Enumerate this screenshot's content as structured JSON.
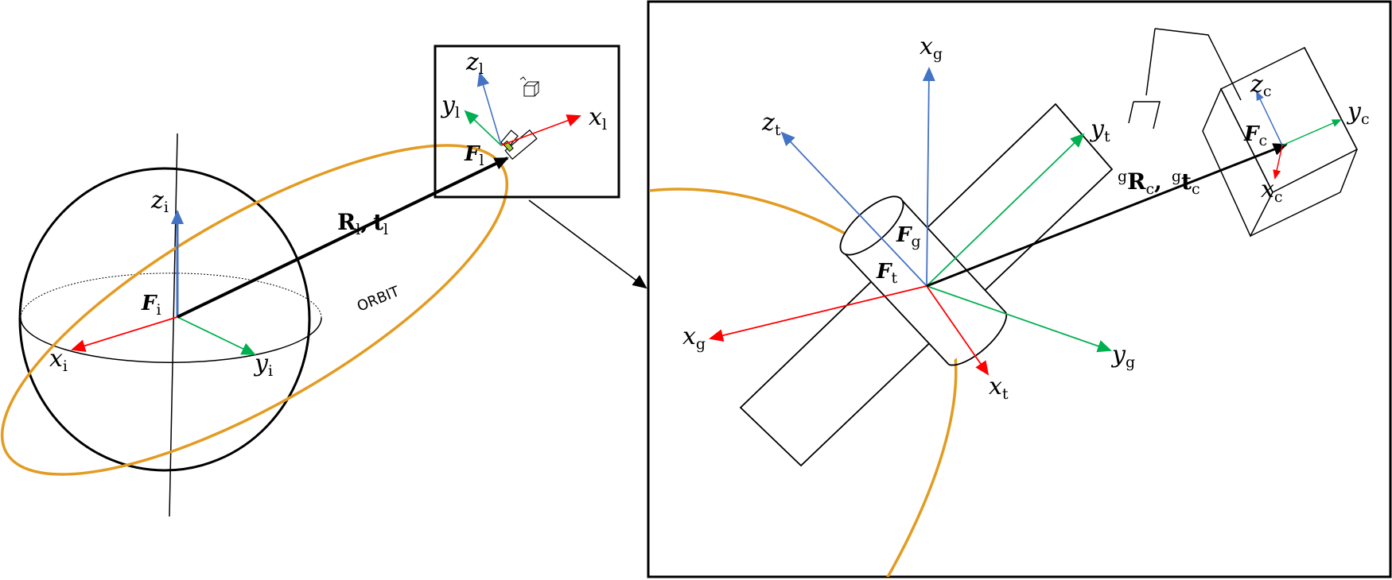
{
  "colors": {
    "orbit": "#E39B21",
    "axis_x": "#FF0000",
    "axis_y": "#00B050",
    "axis_z": "#4472C4",
    "line": "#000000"
  },
  "left": {
    "inertial": {
      "frame": {
        "main": "F",
        "sub": "i"
      },
      "x": {
        "main": "x",
        "sub": "i"
      },
      "y": {
        "main": "y",
        "sub": "i"
      },
      "z": {
        "main": "z",
        "sub": "i"
      }
    },
    "transform": {
      "R": "R",
      "R_sub": "l",
      "sep": ",",
      "t": "t",
      "t_sub": "l"
    },
    "orbit_label": "ORBIT",
    "lvlh": {
      "frame": {
        "main": "F",
        "sub": "l"
      },
      "x": {
        "main": "x",
        "sub": "l"
      },
      "y": {
        "main": "y",
        "sub": "l"
      },
      "z": {
        "main": "z",
        "sub": "l"
      }
    }
  },
  "right": {
    "grapple": {
      "frame": {
        "main": "F",
        "sub": "g"
      },
      "x_up": {
        "main": "x",
        "sub": "g"
      },
      "x_left": {
        "main": "x",
        "sub": "g"
      },
      "y": {
        "main": "y",
        "sub": "g"
      }
    },
    "target": {
      "frame": {
        "main": "F",
        "sub": "t"
      },
      "x": {
        "main": "x",
        "sub": "t"
      },
      "y": {
        "main": "y",
        "sub": "t"
      },
      "z": {
        "main": "z",
        "sub": "t"
      }
    },
    "camera": {
      "frame": {
        "main": "F",
        "sub": "c"
      },
      "x": {
        "main": "x",
        "sub": "c"
      },
      "y": {
        "main": "y",
        "sub": "c"
      },
      "z": {
        "main": "z",
        "sub": "c"
      }
    },
    "transform": {
      "pre1": "g",
      "R": "R",
      "R_sub": "c",
      "sep": ",",
      "pre2": "g",
      "t": "t",
      "t_sub": "c"
    }
  }
}
